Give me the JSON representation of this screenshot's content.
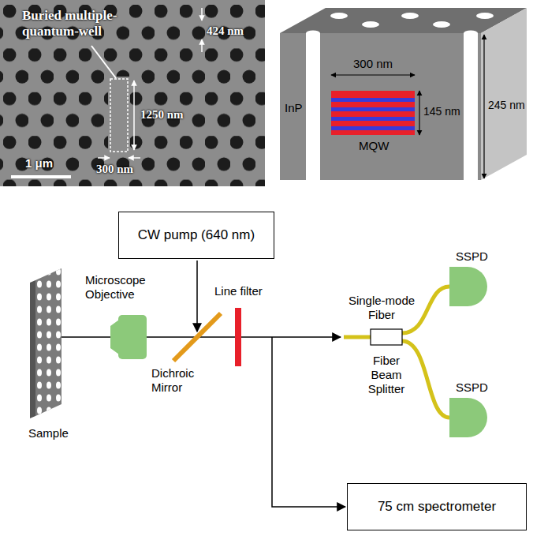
{
  "diagram": {
    "nodes": [
      {
        "text": [
          "CW pump (640 nm)"
        ]
      },
      {
        "text": [
          "75 cm spectrometer"
        ]
      }
    ],
    "labels": [
      "Buried multiple- quantum-well",
      "424 nm",
      "1250 nm",
      "300 nm",
      "1 μm",
      "300 nm",
      "245 nm",
      "InP",
      "MQW",
      "145 nm",
      "Microscope Objective",
      "Sample",
      "Dichroic Mirror",
      "Line filter",
      "SSPD",
      "SSPD",
      "Single-mode Fiber",
      "Fiber Beam Splitter"
    ]
  }
}
